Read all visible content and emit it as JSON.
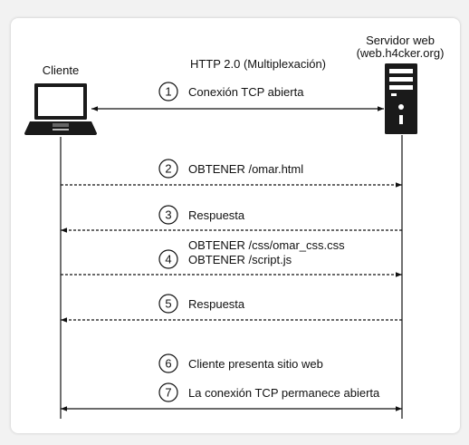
{
  "diagram": {
    "title": "HTTP 2.0 (Multiplexación)",
    "client_label": "Cliente",
    "server_label_line1": "Servidor web",
    "server_label_line2": "(web.h4cker.org)",
    "steps": [
      {
        "num": "1",
        "lines": [
          "Conexión TCP abierta"
        ]
      },
      {
        "num": "2",
        "lines": [
          "OBTENER /omar.html"
        ]
      },
      {
        "num": "3",
        "lines": [
          "Respuesta"
        ]
      },
      {
        "num": "4",
        "lines": [
          "OBTENER /css/omar_css.css",
          "OBTENER /script.js"
        ]
      },
      {
        "num": "5",
        "lines": [
          "Respuesta"
        ]
      },
      {
        "num": "6",
        "lines": [
          "Cliente presenta sitio web"
        ]
      },
      {
        "num": "7",
        "lines": [
          "La conexión TCP permanece abierta"
        ]
      }
    ]
  }
}
